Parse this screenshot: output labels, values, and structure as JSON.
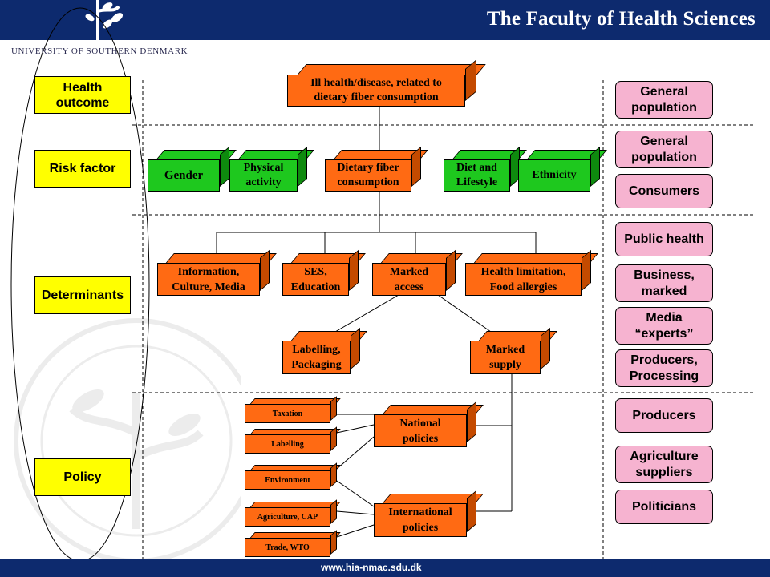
{
  "header": {
    "title": "The Faculty of Health Sciences",
    "university": "UNIVERSITY OF SOUTHERN DENMARK"
  },
  "footer": {
    "url": "www.hia-nmac.sdu.dk"
  },
  "levels": {
    "health_outcome": "Health outcome",
    "risk_factor": "Risk factor",
    "determinants": "Determinants",
    "policy": "Policy"
  },
  "nodes": {
    "ill_health": "Ill health/disease, related to\ndietary fiber consumption",
    "gender": "Gender",
    "physical_activity": "Physical\nactivity",
    "dietary_fiber": "Dietary fiber\nconsumption",
    "diet_lifestyle": "Diet and\nLifestyle",
    "ethnicity": "Ethnicity",
    "information": "Information,\nCulture, Media",
    "ses": "SES,\nEducation",
    "marked_access": "Marked\naccess",
    "health_limitation": "Health limitation,\nFood allergies",
    "labelling_packaging": "Labelling,\nPackaging",
    "marked_supply": "Marked\nsupply",
    "taxation": "Taxation",
    "labelling": "Labelling",
    "environment": "Environment",
    "agriculture_cap": "Agriculture, CAP",
    "trade_wto": "Trade, WTO",
    "national_policies": "National\npolicies",
    "international_policies": "International\npolicies"
  },
  "stakeholders": [
    "General\npopulation",
    "General\npopulation",
    "Consumers",
    "Public health",
    "Business,\nmarked",
    "Media\n“experts”",
    "Producers,\nProcessing",
    "Producers",
    "Agriculture\nsuppliers",
    "Politicians"
  ],
  "colors": {
    "header": "#0d2a6e",
    "orange": "#ff6a13",
    "green": "#1ec81e",
    "yellow": "#ffff00",
    "pink": "#f6b3d0"
  }
}
